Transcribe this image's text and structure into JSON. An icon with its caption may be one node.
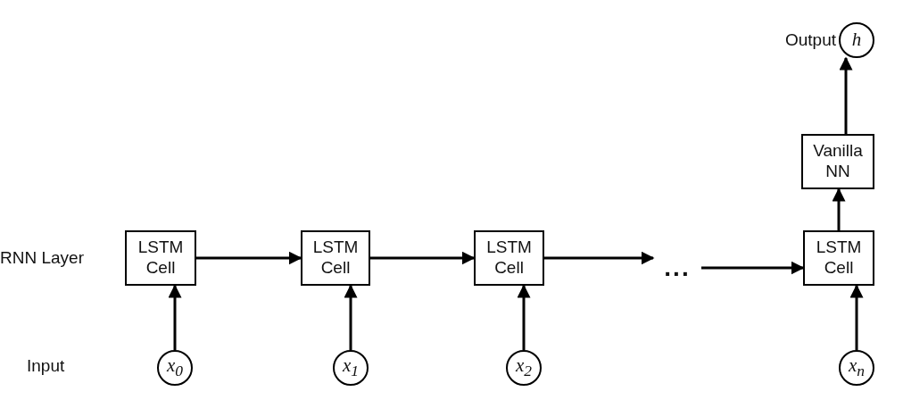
{
  "diagram": {
    "nodes": [
      {
        "text": [
          "h"
        ]
      },
      {
        "text": [
          "Vanilla NN"
        ]
      },
      {
        "text": [
          "LSTM Cell"
        ]
      },
      {
        "text": [
          "LSTM Cell"
        ]
      },
      {
        "text": [
          "LSTM Cell"
        ]
      },
      {
        "text": [
          "..."
        ]
      },
      {
        "text": [
          "LSTM Cell"
        ]
      },
      {
        "text": [
          "x$_{0}$"
        ]
      },
      {
        "text": [
          "x$_{1}$"
        ]
      },
      {
        "text": [
          "x$_{2}$"
        ]
      },
      {
        "text": [
          "x$_{n}$"
        ]
      }
    ],
    "edges": [
      {
        "from": 7,
        "to": 2,
        "arrow": "to"
      },
      {
        "from": 8,
        "to": 3,
        "arrow": "to"
      },
      {
        "from": 9,
        "to": 4,
        "arrow": "to"
      },
      {
        "from": 10,
        "to": 6,
        "arrow": "to"
      },
      {
        "from": 2,
        "to": 3,
        "arrow": "to"
      },
      {
        "from": 3,
        "to": 4,
        "arrow": "to"
      },
      {
        "from": 4,
        "to": 5,
        "arrow": "to"
      },
      {
        "from": 5,
        "to": 6,
        "arrow": "to"
      },
      {
        "from": 6,
        "to": 1,
        "arrow": "to"
      },
      {
        "from": 1,
        "to": 0,
        "arrow": "to"
      }
    ],
    "labels": [
      "Output",
      "RNN Layer",
      "Input"
    ]
  }
}
